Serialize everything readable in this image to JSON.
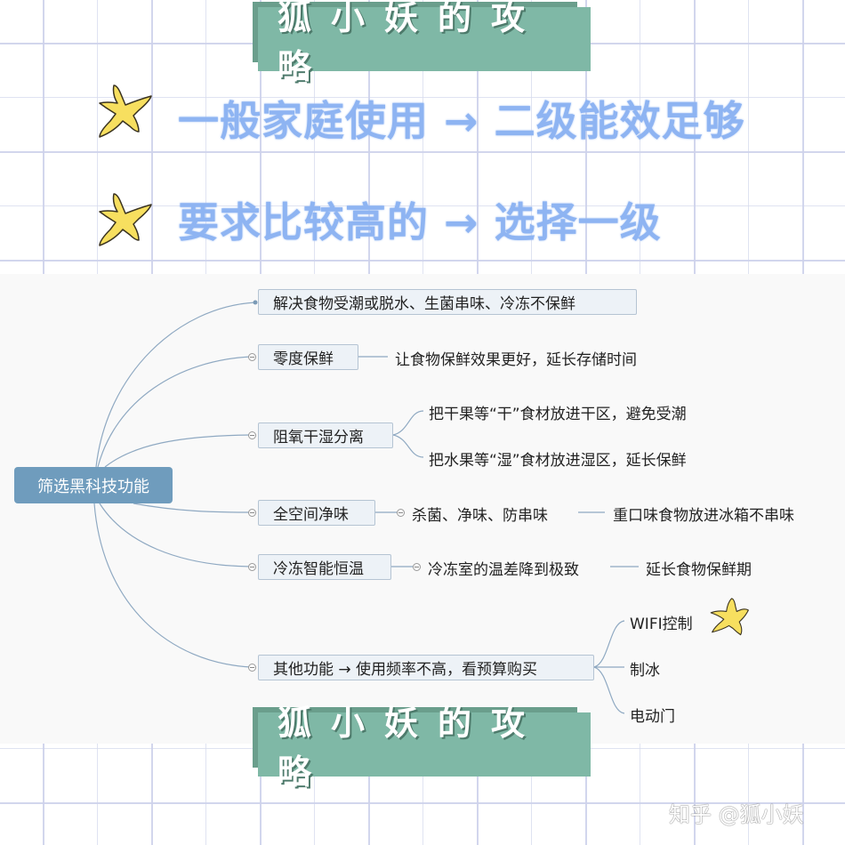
{
  "banner_top": {
    "text": "狐小妖的攻略"
  },
  "banner_bottom": {
    "text": "狐小妖的攻略"
  },
  "headlines": [
    {
      "text": "一般家庭使用 → 二级能效足够",
      "icon": "star-icon"
    },
    {
      "text": "要求比较高的 → 选择一级",
      "icon": "star-icon"
    }
  ],
  "mindmap": {
    "root": {
      "label": "筛选黑科技功能"
    },
    "branches": [
      {
        "label": "解决食物受潮或脱水、生菌串味、冷冻不保鲜"
      },
      {
        "label": "零度保鲜",
        "children": [
          "让食物保鲜效果更好，延长存储时间"
        ]
      },
      {
        "label": "阻氧干湿分离",
        "children": [
          "把干果等“干”食材放进干区，避免受潮",
          "把水果等“湿”食材放进湿区，延长保鲜"
        ]
      },
      {
        "label": "全空间净味",
        "children": [
          "杀菌、净味、防串味"
        ],
        "grandchild": "重口味食物放进冰箱不串味"
      },
      {
        "label": "冷冻智能恒温",
        "children": [
          "冷冻室的温差降到极致"
        ],
        "grandchild": "延长食物保鲜期"
      },
      {
        "label": "其他功能 → 使用频率不高，看预算购买",
        "children": [
          "WIFI控制",
          "制冰",
          "电动门"
        ]
      }
    ]
  },
  "watermark": {
    "text": "知乎 @狐小妖"
  },
  "colors": {
    "banner": "#7fb8a6",
    "banner_shadow": "#6a9e8c",
    "headline": "#8eb4f2",
    "root_node": "#6f9cbd",
    "star": "#f7df5f"
  }
}
